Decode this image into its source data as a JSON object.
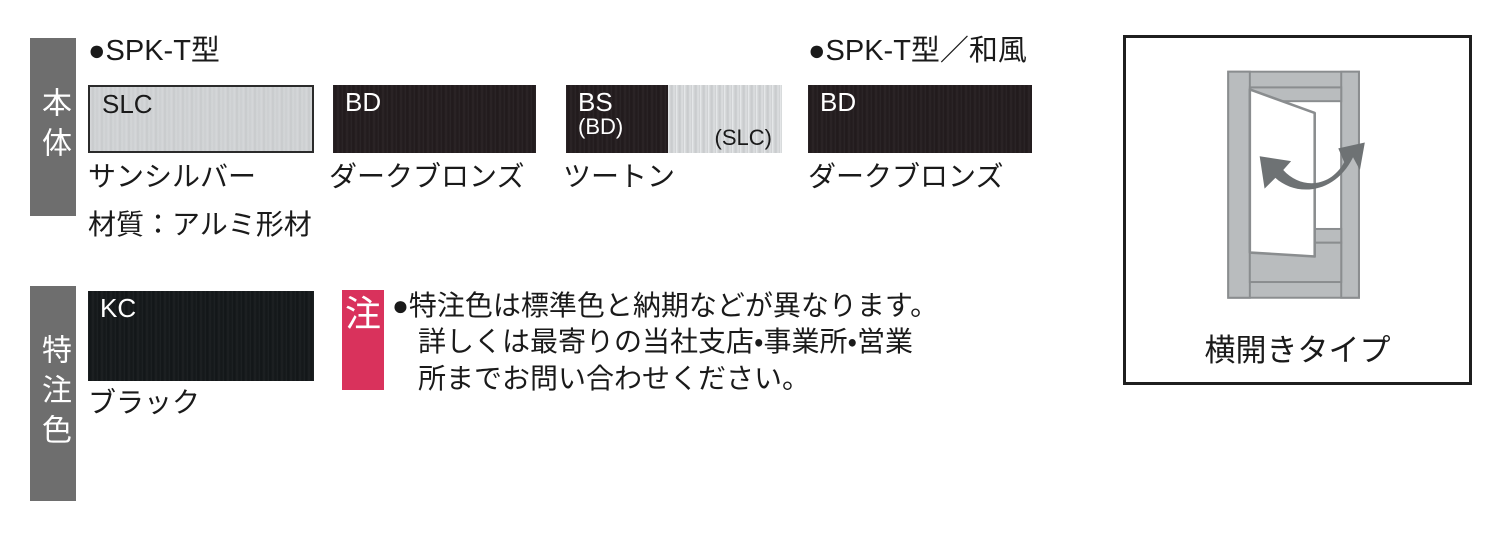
{
  "categories": {
    "body": {
      "label": "本体"
    },
    "special": {
      "label": "特注色"
    }
  },
  "groups": [
    {
      "id": "spkt",
      "bullet": "●",
      "heading": "●SPK-T型"
    },
    {
      "id": "spkt_jp",
      "bullet": "●",
      "heading": "●SPK-T型／和風"
    }
  ],
  "swatches": {
    "slc": {
      "code": "SLC",
      "caption": "サンシルバー",
      "color": "#d2d5d7"
    },
    "bd": {
      "code": "BD",
      "caption": "ダークブロンズ",
      "color": "#231c1e"
    },
    "bs": {
      "code": "BS",
      "sub": "(BD)",
      "right_code": "(SLC)",
      "caption": "ツートン",
      "color_left": "#231c1e",
      "color_right": "#d2d5d7"
    },
    "bd2": {
      "code": "BD",
      "caption": "ダークブロンズ",
      "color": "#231c1e"
    },
    "kc": {
      "code": "KC",
      "caption": "ブラック",
      "color": "#14181a"
    }
  },
  "material": {
    "text": "材質：アルミ形材"
  },
  "note": {
    "badge": "注",
    "badge_color": "#d9325c",
    "lines": [
      "●特注色は標準色と納期などが異なります。",
      "詳しくは最寄りの当社支店・事業所・営業",
      "所までお問い合わせください。"
    ]
  },
  "diagram": {
    "label": "横開きタイプ",
    "frame_color": "#b9bcbe",
    "outline_color": "#8a8d8f",
    "arrow_color": "#6e7274",
    "door_fill": "#ffffff"
  }
}
